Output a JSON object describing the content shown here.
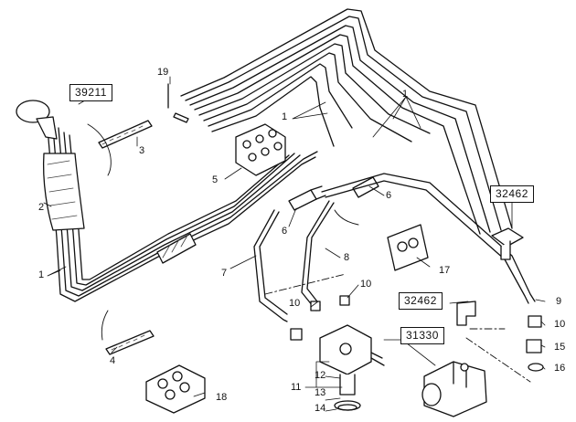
{
  "colors": {
    "line": "#111111",
    "background": "#ffffff",
    "shading": "#666666"
  },
  "ref_boxes": [
    "39211",
    "32462",
    "32462",
    "31330"
  ],
  "callouts": [
    "19",
    "1",
    "1",
    "3",
    "2",
    "5",
    "1",
    "6",
    "6",
    "7",
    "8",
    "17",
    "9",
    "10",
    "10",
    "10",
    "15",
    "16",
    "4",
    "11",
    "12",
    "13",
    "14",
    "18"
  ]
}
